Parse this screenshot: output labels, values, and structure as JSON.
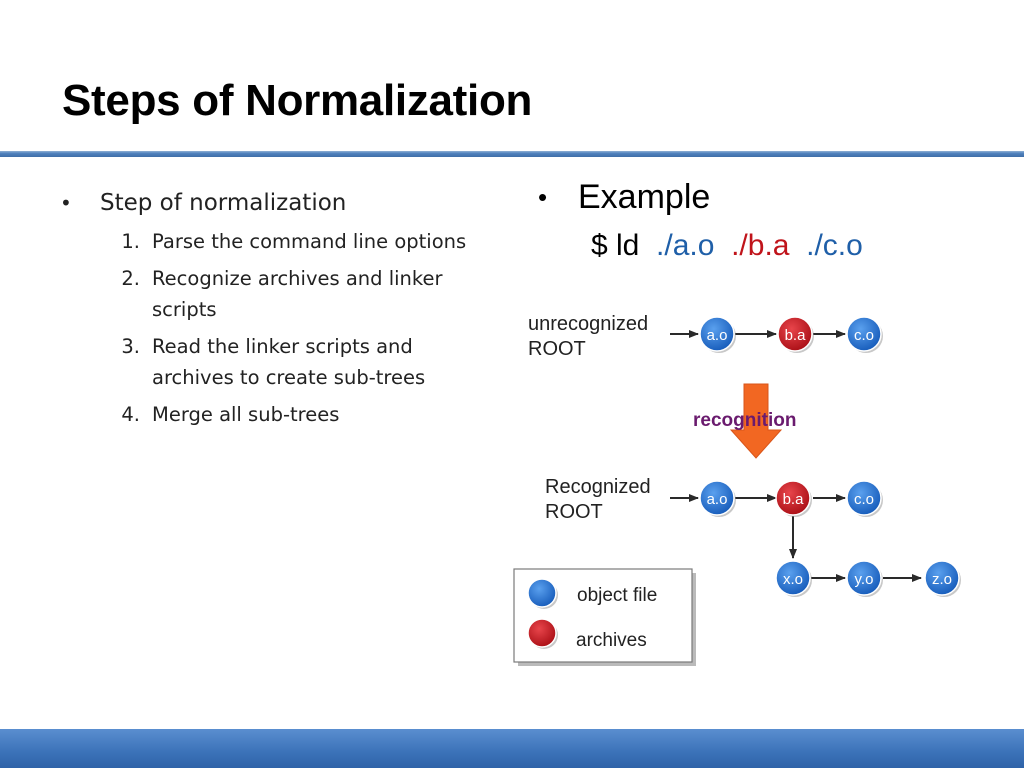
{
  "slide": {
    "title": "Steps of Normalization"
  },
  "left": {
    "bullet": "Step of normalization",
    "steps": [
      {
        "num": "1.",
        "text": "Parse the command line options"
      },
      {
        "num": "2.",
        "text": "Recognize archives and linker scripts"
      },
      {
        "num": "3.",
        "text": "Read the linker scripts and archives to create sub-trees"
      },
      {
        "num": "4.",
        "text": "Merge all sub-trees"
      }
    ]
  },
  "right": {
    "bullet": "Example",
    "command": {
      "prefix": "$ ld",
      "args": [
        "./a.o",
        "./b.a",
        "./c.o"
      ]
    }
  },
  "diagram": {
    "unrecognized_label": [
      "unrecognized",
      "ROOT"
    ],
    "transition_label": "recognition",
    "recognized_label": [
      "Recognized",
      "ROOT"
    ],
    "nodes_row1": [
      {
        "label": "a.o",
        "kind": "object"
      },
      {
        "label": "b.a",
        "kind": "archive"
      },
      {
        "label": "c.o",
        "kind": "object"
      }
    ],
    "nodes_row2": [
      {
        "label": "a.o",
        "kind": "object"
      },
      {
        "label": "b.a",
        "kind": "archive"
      },
      {
        "label": "c.o",
        "kind": "object"
      }
    ],
    "nodes_row3": [
      {
        "label": "x.o",
        "kind": "object"
      },
      {
        "label": "y.o",
        "kind": "object"
      },
      {
        "label": "z.o",
        "kind": "object"
      }
    ],
    "legend": [
      {
        "label": "object file",
        "kind": "object"
      },
      {
        "label": "archives",
        "kind": "archive"
      }
    ]
  },
  "colors": {
    "object": "#1f6fd0",
    "archive": "#c8141c",
    "recognition_text": "#6a1b6e",
    "arrow_orange": "#f26722",
    "accent_bar": "#3b72b8"
  }
}
